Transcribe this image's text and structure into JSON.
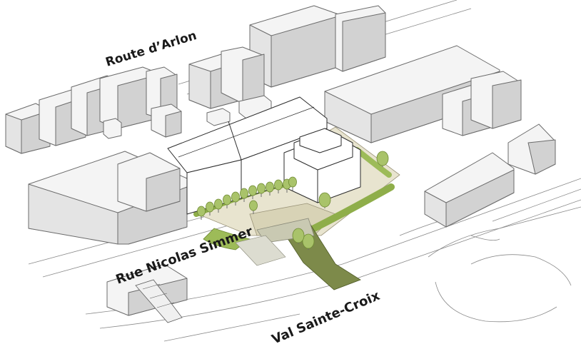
{
  "map": {
    "streets": [
      {
        "id": "route-darlon",
        "label": "Route d’Arlon"
      },
      {
        "id": "rue-nicolas-simmer",
        "label": "Rue Nicolas Simmer"
      },
      {
        "id": "val-sainte-croix",
        "label": "Val Sainte-Croix"
      }
    ]
  },
  "colors": {
    "building_roof": "#f4f4f4",
    "building_wall_light": "#e4e4e4",
    "building_wall_dark": "#d2d2d2",
    "building_outline": "#6b6b6b",
    "new_building_fill": "#ffffff",
    "new_building_outline": "#2b2b2b",
    "landscape_fill": "#e8e4cf",
    "greenery": "#a9c36a",
    "greenery_dark": "#6e8a32",
    "ramp_green": "#7d8a4a",
    "street_label": "#1a1a1a"
  }
}
